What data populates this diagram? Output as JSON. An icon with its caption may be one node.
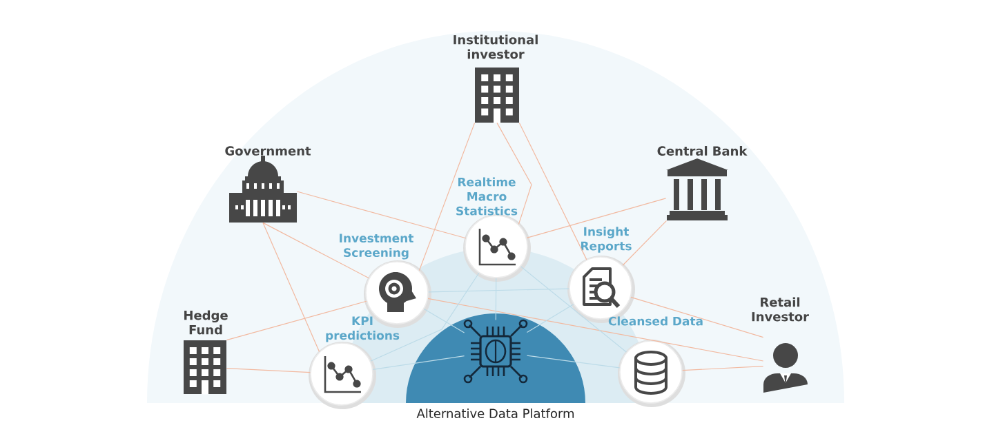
{
  "diagram": {
    "nodes": [
      {
        "text": [
          "Institutional investor"
        ]
      },
      {
        "text": [
          "Government"
        ]
      },
      {
        "text": [
          "Central Bank"
        ]
      },
      {
        "text": [
          "Hedge Fund"
        ]
      },
      {
        "text": [
          "Retail Investor"
        ]
      },
      {
        "text": [
          "Realtime Macro Statistics"
        ]
      },
      {
        "text": [
          "Investment Screening"
        ]
      },
      {
        "text": [
          "Insight Reports"
        ]
      },
      {
        "text": [
          "KPI predictions"
        ]
      },
      {
        "text": [
          "Cleansed Data"
        ]
      },
      {
        "text": [
          "Alternative Data Platform"
        ]
      }
    ],
    "edges": [
      {
        "from": 0,
        "to": 6,
        "arrow": "none"
      },
      {
        "from": 0,
        "to": 5,
        "arrow": "none"
      },
      {
        "from": 0,
        "to": 7,
        "arrow": "none"
      },
      {
        "from": 1,
        "to": 5,
        "arrow": "none"
      },
      {
        "from": 1,
        "to": 6,
        "arrow": "none"
      },
      {
        "from": 1,
        "to": 8,
        "arrow": "none"
      },
      {
        "from": 2,
        "to": 5,
        "arrow": "none"
      },
      {
        "from": 2,
        "to": 7,
        "arrow": "none"
      },
      {
        "from": 3,
        "to": 6,
        "arrow": "none"
      },
      {
        "from": 3,
        "to": 8,
        "arrow": "none"
      },
      {
        "from": 6,
        "to": 4,
        "arrow": "none"
      },
      {
        "from": 7,
        "to": 4,
        "arrow": "none"
      },
      {
        "from": 9,
        "to": 4,
        "arrow": "none"
      },
      {
        "from": 10,
        "to": 5,
        "arrow": "none",
        "color": "#bcdbe8"
      },
      {
        "from": 10,
        "to": 6,
        "arrow": "none",
        "color": "#bcdbe8"
      },
      {
        "from": 10,
        "to": 7,
        "arrow": "none",
        "color": "#bcdbe8"
      },
      {
        "from": 10,
        "to": 8,
        "arrow": "none",
        "color": "#bcdbe8"
      },
      {
        "from": 10,
        "to": 9,
        "arrow": "none",
        "color": "#bcdbe8"
      },
      {
        "from": 8,
        "to": 5,
        "arrow": "none",
        "color": "#bcdbe8"
      },
      {
        "from": 5,
        "to": 9,
        "arrow": "none",
        "color": "#bcdbe8"
      },
      {
        "from": 6,
        "to": 7,
        "arrow": "none",
        "color": "#bcdbe8"
      }
    ]
  }
}
